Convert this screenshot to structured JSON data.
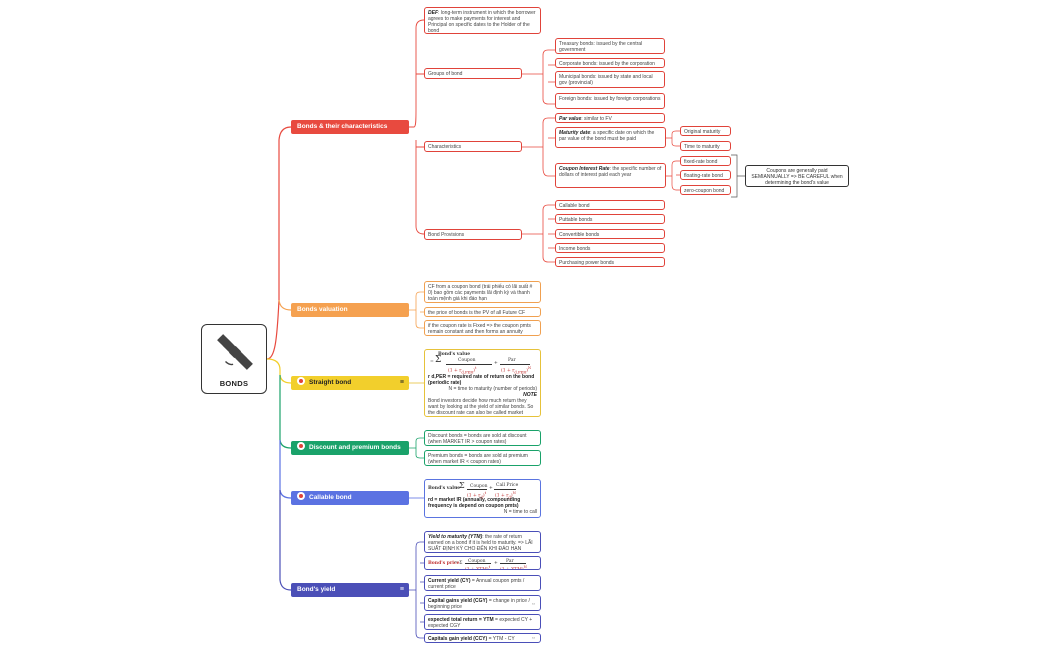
{
  "root": {
    "label": "BONDS",
    "icon": "satellite-icon"
  },
  "branches": {
    "characteristics": {
      "label": "Bonds & their characteristics",
      "color": "#e84a3f"
    },
    "valuation": {
      "label": "Bonds valuation",
      "color": "#f5a150"
    },
    "straight": {
      "label": "Straight bond",
      "color": "#f2cf2c"
    },
    "discount": {
      "label": "Discount and premium bonds",
      "color": "#1aa26a"
    },
    "callable": {
      "label": "Callable bond",
      "color": "#5b72e2"
    },
    "yield": {
      "label": "Bond's yield",
      "color": "#4b4fb7"
    }
  },
  "char": {
    "def_key": "DEF",
    "def_text": ": long-term instrument in which the borrower agrees to make payments for interest and Principal on specific dates to the Holder of the bond",
    "groups": "Groups of bond",
    "groups_items": [
      "Treasury bonds: issued by the central government",
      "Corporate bonds: issued by the corporation",
      "Municipal bonds: issued by state and local gov (provincial)",
      "Foreign bonds: issued by foreign corporations"
    ],
    "characteristics": "Characteristics",
    "par_key": "Par value",
    "par_text": ": similar to FV",
    "maturity_key": "Maturity date",
    "maturity_text": ": a specific date on which the par value of the bond must be paid",
    "maturity_items": [
      "Original maturity",
      "Time to maturity"
    ],
    "coupon_key": "Coupon Interest Rate",
    "coupon_text": ": the specific number of dollars of interest paid each year",
    "coupon_items": [
      "fixed-rate bond",
      "floating-rate bond",
      "zero-coupon bond"
    ],
    "coupon_note": "Coupons are generally paid SEMIANNUALLY => BE CAREFUL when determining the bond's value",
    "provisions": "Bond Provisions",
    "provision_items": [
      "Callable bond",
      "Puttable bonds",
      "Convertible bonds",
      "Income bonds",
      "Purchasing power bonds"
    ]
  },
  "valuation": {
    "items": [
      "CF from a coupon bond (trái phiếu có lãi suất # 0) bao gồm các payments lãi định kỳ và thanh toán mệnh giá khi đáo hạn",
      "the price of bonds is the PV of all Future CF",
      "if the coupon rate is Fixed => the coupon pmts remain constant and then forms an annuity"
    ]
  },
  "straight": {
    "formula_title": "Bond's value",
    "formula_lhs": "=",
    "formula_sum": "Σ",
    "formula_coupon": "Coupon",
    "formula_par": "Par",
    "text": "r d,PER = required rate of return on the bond (periodic rate)",
    "n_text": "N = time to maturity (number of periods)",
    "note_label": "NOTE",
    "note_text": "Bond investors decide how much return they want by looking at the yield of similar bonds. So the discount rate can also be called market interest rates or a bond's yield",
    "icon": "notes-icon"
  },
  "discount": {
    "items": [
      "Discount bonds = bonds are sold at discount (when MARKET IR > coupon rates)",
      "Premium bonds = bonds are sold at premium (when market IR < coupon rates)"
    ]
  },
  "callable": {
    "formula_title": "Bond's value",
    "formula_coupon": "Coupon",
    "formula_call": "Call Price",
    "text": "rd = market IR (annually, compounding frequency is depend on coupon pmts)",
    "n_text": "N = time to call"
  },
  "yield": {
    "ytm_key": "Yield to maturity (YTM)",
    "ytm_text": ": the rate of return earned on a bond if it is held to maturity. => LÃI SUẤT ĐỊNH KỲ CHO ĐẾN KHI ĐÁO HẠN",
    "formula_title": "Bond's price",
    "cy_key": "Current yield (CY)",
    "cy_text": " = Annual coupon pmts / current price",
    "cgy_key": "Capital gains yield (CGY)",
    "cgy_text": " = change in price / beginning price",
    "etr_key": "expected total return = YTM",
    "etr_text": " = expected CY + expected CGY",
    "cgy2_key": "Capitals gain yield (CCY)",
    "cgy2_text": " = YTM - CY"
  }
}
